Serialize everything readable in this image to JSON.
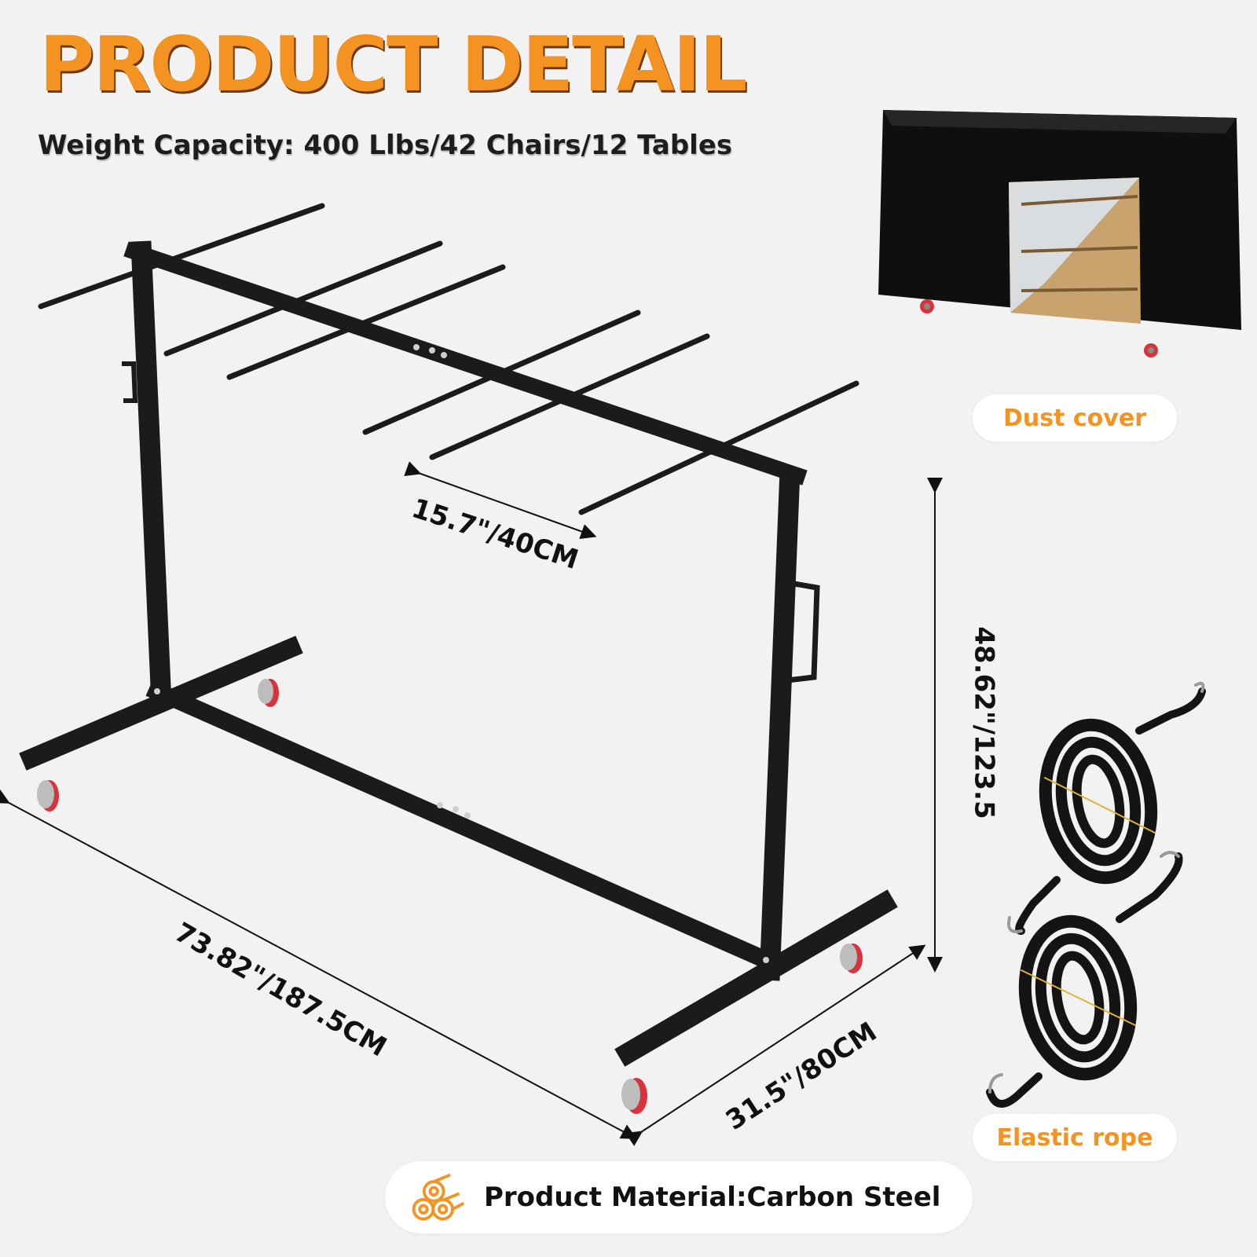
{
  "header": {
    "title": "PRODUCT DETAIL",
    "subtitle": "Weight Capacity: 400 Llbs/42 Chairs/12 Tables"
  },
  "dimensions": {
    "arm_length": "15.7\"/40CM",
    "height": "48.62\"/123.5",
    "length": "73.82\"/187.5CM",
    "width": "31.5\"/80CM"
  },
  "accessories": {
    "dust_cover_label": "Dust cover",
    "elastic_rope_label": "Elastic rope"
  },
  "material": {
    "label": "Product Material:Carbon Steel",
    "icon": "steel-pipes-icon"
  },
  "colors": {
    "accent": "#f39321",
    "frame": "#1b1b1b",
    "background": "#f2f2f2",
    "wheel": "#d8323a"
  }
}
